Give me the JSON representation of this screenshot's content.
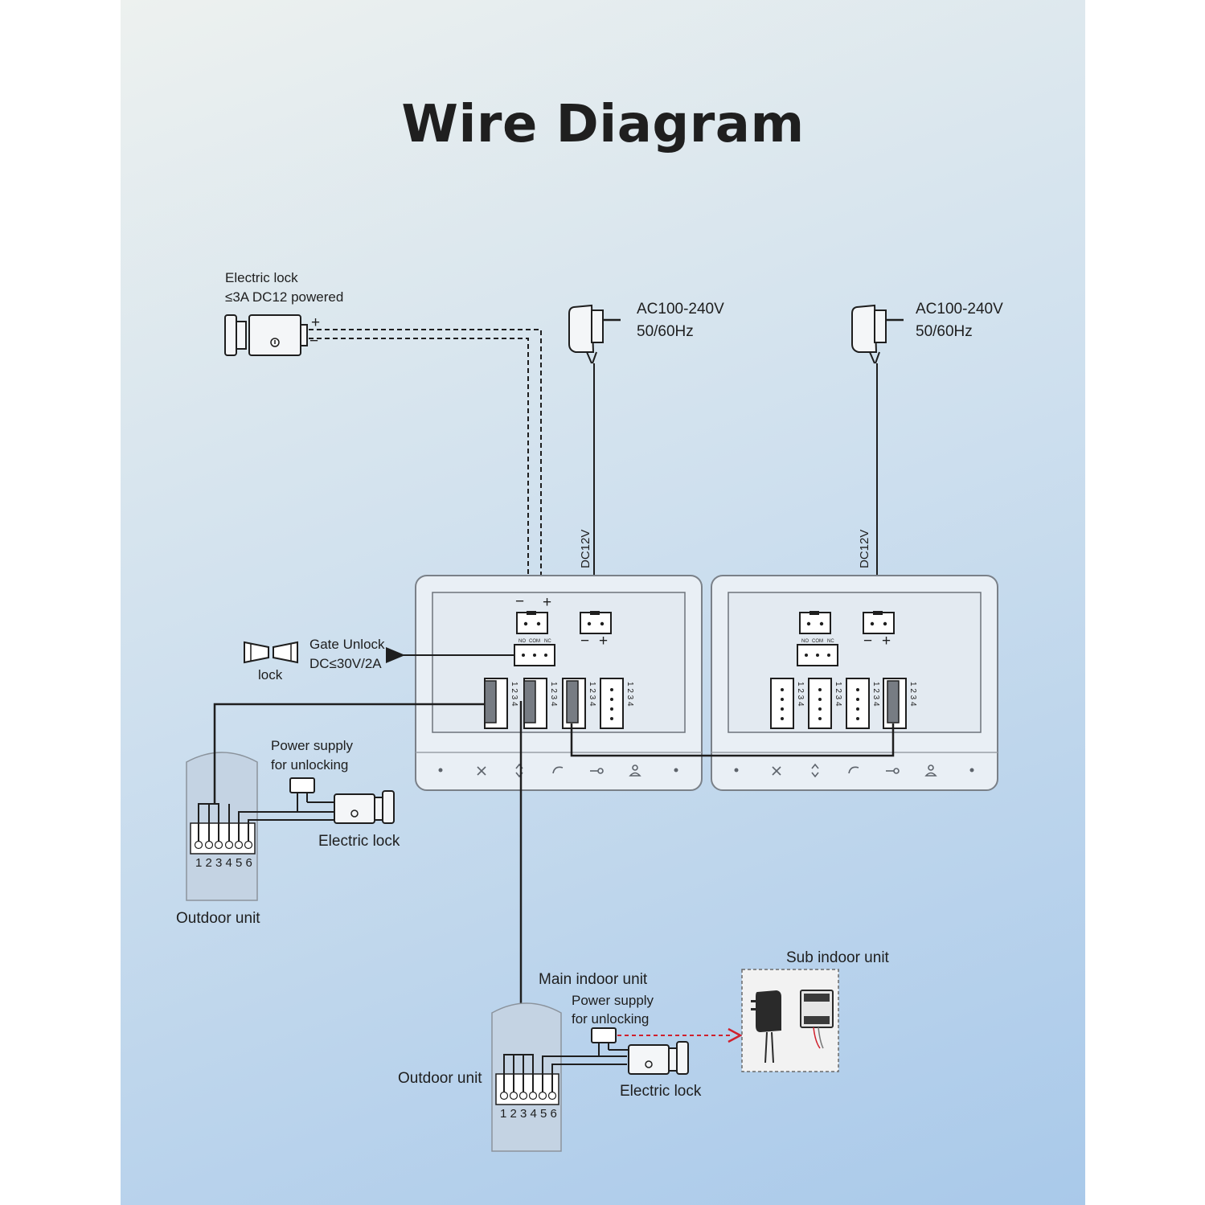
{
  "title": "Wire Diagram",
  "lock_top": {
    "line1": "Electric lock",
    "line2": "≤3A DC12 powered"
  },
  "adapter_left": {
    "line1": "AC100-240V",
    "line2": "50/60Hz",
    "dc": "DC12V"
  },
  "adapter_right": {
    "line1": "AC100-240V",
    "line2": "50/60Hz",
    "dc": "DC12V"
  },
  "gate": {
    "line1": "Gate Unlock",
    "line2": "DC≤30V/2A",
    "icon_label": "lock"
  },
  "relay_labels": {
    "no": "NO",
    "com": "COM",
    "nc": "NC"
  },
  "polarity": {
    "minus": "−",
    "plus": "+"
  },
  "port_pins": "1 2 3 4",
  "outdoor_left": {
    "power_line1": "Power supply",
    "power_line2": "for unlocking",
    "lock": "Electric lock",
    "unit": "Outdoor unit",
    "pins": "1 2 3 4 5 6"
  },
  "outdoor_bottom": {
    "main_indoor": "Main indoor unit",
    "power_line1": "Power supply",
    "power_line2": "for unlocking",
    "lock": "Electric lock",
    "unit": "Outdoor unit",
    "pins": "1 2 3 4 5 6"
  },
  "sub_indoor": {
    "label": "Sub indoor unit"
  },
  "colors": {
    "dashed_arrow": "#d0202c",
    "line": "#1e1e1e",
    "monitor_fill": "#e6edf4"
  }
}
